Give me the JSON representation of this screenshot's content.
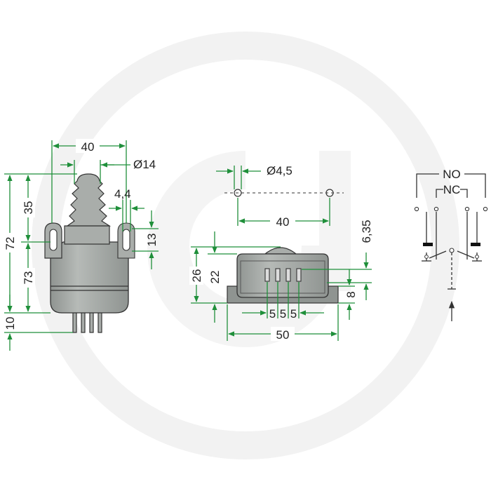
{
  "colors": {
    "dimension_line": "#1f8f3a",
    "part_fill": "#a9adaa",
    "part_fill_dark": "#8f9491",
    "outline": "#333333",
    "watermark": "#f2f2f2"
  },
  "watermark": {
    "kind": "logo",
    "name": "circular-brand-logo"
  },
  "side_view": {
    "dims": {
      "width_top": "40",
      "boot_diameter": "Ø14",
      "slot_width": "4,4",
      "slot_height": "13",
      "upper_height": "35",
      "total_height": "72",
      "lower_height": "73",
      "pin_length": "10"
    }
  },
  "front_view": {
    "dims": {
      "hole_diameter": "Ø4,5",
      "hole_spacing": "40",
      "top_offset": "6,35",
      "body_height": "26",
      "inner_height": "22",
      "pin_pitch_1": "5",
      "pin_pitch_2": "5",
      "pin_pitch_3": "5",
      "base_width": "50",
      "flange_height": "8"
    }
  },
  "schematic": {
    "labels": {
      "no": "NO",
      "nc": "NC"
    }
  }
}
